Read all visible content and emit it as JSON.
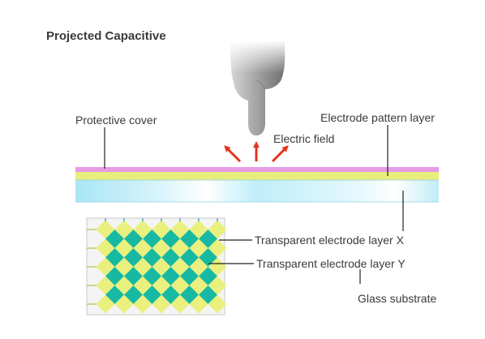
{
  "title": "Projected Capacitive",
  "labels": {
    "protective_cover": "Protective cover",
    "electrode_pattern_layer": "Electrode pattern layer",
    "electric_field": "Electric field",
    "layer_x": "Transparent electrode layer X",
    "layer_y": "Transparent electrode layer Y",
    "glass_substrate": "Glass substrate"
  },
  "icons": {
    "hand": "pointing-hand-icon",
    "field": "electric-field-arrows-icon"
  },
  "colors": {
    "protective_cover": "#e59ae6",
    "electrode_layer": "#e8ee7c",
    "glass_edge": "#a9e6f5",
    "arrows": "#e4331e",
    "electrode_x": "#e9f07d",
    "electrode_y": "#18b9a2",
    "leader_lines": "#222222"
  }
}
